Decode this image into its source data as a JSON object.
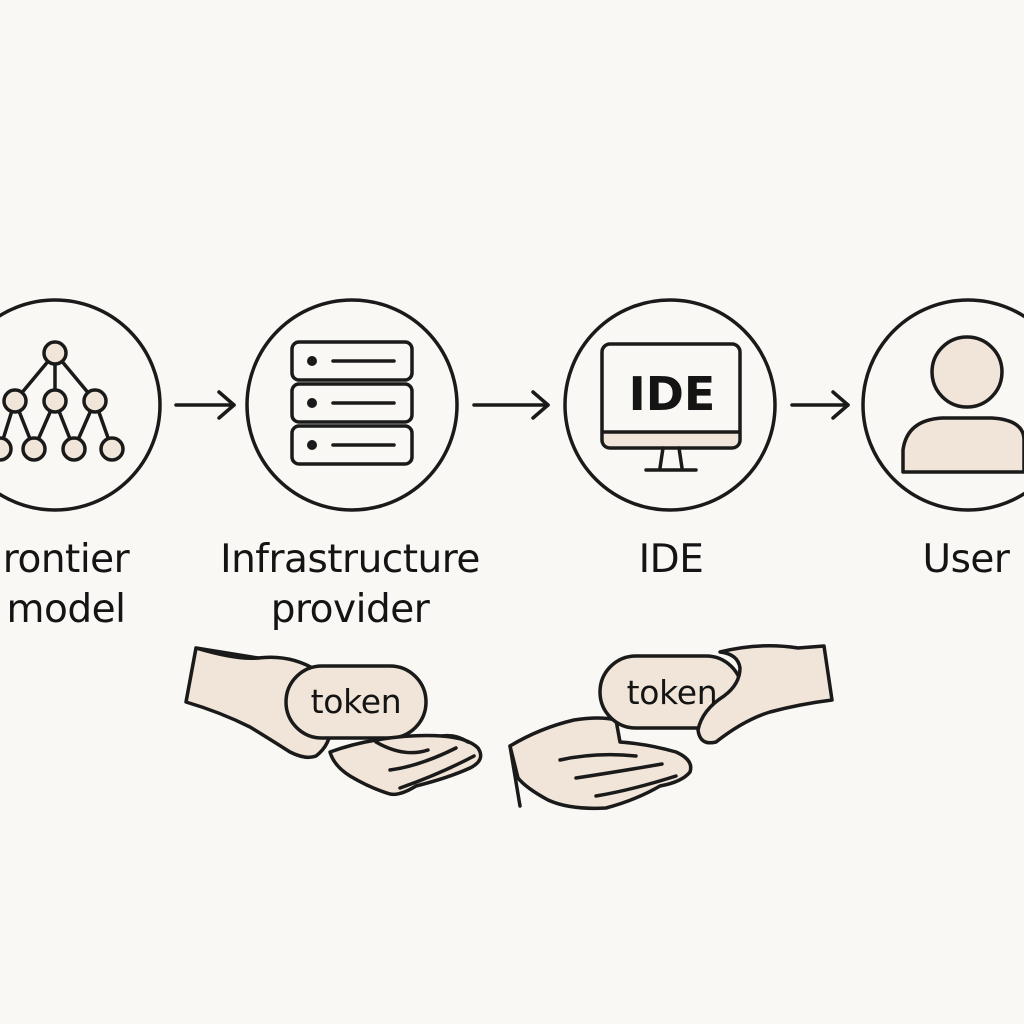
{
  "colors": {
    "background": "#faf8f5",
    "stroke": "#1a1a1a",
    "fill_beige": "#f0e5d8"
  },
  "nodes": [
    {
      "label_lines": [
        "rontier",
        "model"
      ],
      "icon": "neural-network-icon"
    },
    {
      "label_lines": [
        "Infrastructure",
        "provider"
      ],
      "icon": "server-stack-icon"
    },
    {
      "label_lines": [
        "IDE"
      ],
      "icon": "monitor-icon",
      "screen_text": "IDE"
    },
    {
      "label_lines": [
        "User"
      ],
      "icon": "user-icon"
    }
  ],
  "tokens": [
    {
      "text": "token"
    },
    {
      "text": "token"
    }
  ]
}
